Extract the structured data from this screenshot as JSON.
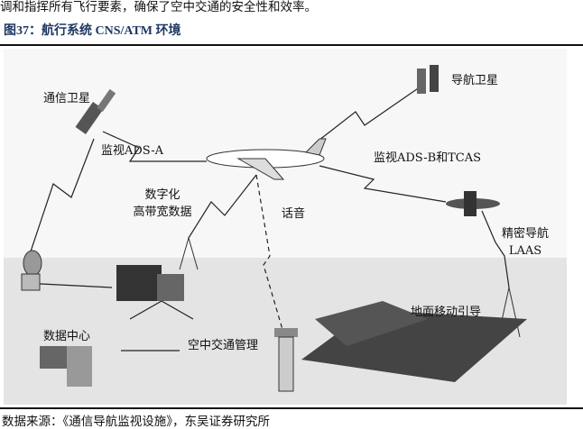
{
  "intro_text": "调和指挥所有飞行要素，确保了空中交通的安全性和效率。",
  "figure": {
    "caption": "图37：航行系统 CNS/ATM 环境",
    "labels": {
      "comm_satellite": "通信卫星",
      "nav_satellite": "导航卫星",
      "ads_a": "监视ADS-A",
      "ads_b": "监视ADS-B和TCAS",
      "digital_1": "数字化",
      "digital_2": "高带宽数据",
      "voice": "话音",
      "laas_1": "精密导航",
      "laas_2": "LAAS",
      "ground_guidance": "地面移动引导",
      "data_center": "数据中心",
      "atm": "空中交通管理"
    }
  },
  "source": "数据来源：《通信导航监视设施》，东吴证券研究所"
}
